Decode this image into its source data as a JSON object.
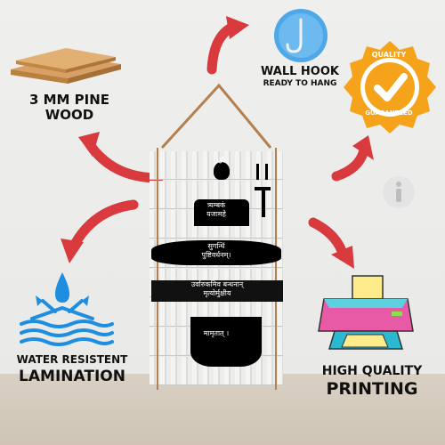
{
  "features": {
    "wood": {
      "line1": "3 MM PINE",
      "line2": "WOOD"
    },
    "hook": {
      "line1": "WALL HOOK",
      "line2": "READY TO HANG"
    },
    "water": {
      "line1": "WATER RESISTENT",
      "line2": "LAMINATION"
    },
    "printing": {
      "line1": "HIGH QUALITY",
      "line2": "PRINTING"
    }
  },
  "badge": {
    "top": "QUALITY",
    "bottom": "GUARANTEED"
  },
  "hanging": {
    "om": "ॐ",
    "line1": "त्र्यम्बकं",
    "line2": "यजामहे",
    "line3": "सुगन्धिं",
    "line4": "पुष्टिवर्धनम्।",
    "line5": "उर्वारुकमिव बन्धनान्",
    "line6": "मृत्योर्मुक्षीय",
    "line7": "मामृतात् ।"
  },
  "colors": {
    "arrow": "#d83a3e",
    "badge": "#f5a31a",
    "water": "#1e8ee0",
    "rope": "#b57f4e"
  }
}
